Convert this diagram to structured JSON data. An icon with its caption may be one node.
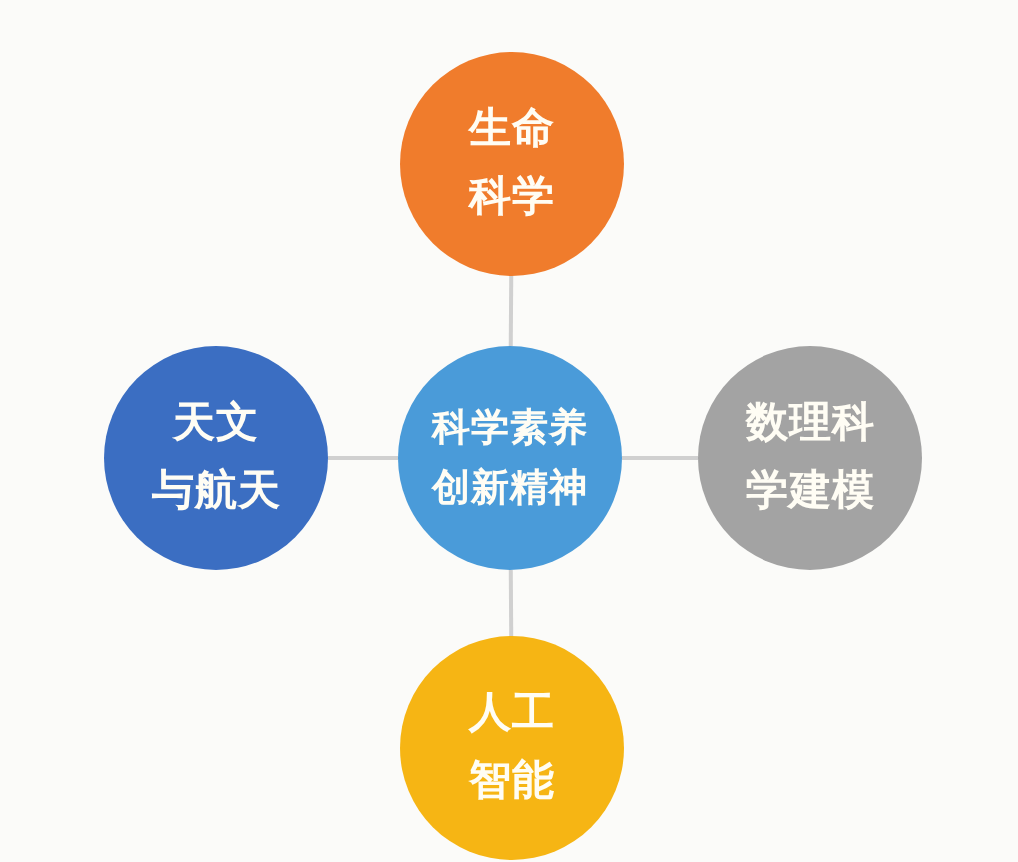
{
  "diagram": {
    "nodes": [
      {
        "text": [
          "生命科学"
        ]
      },
      {
        "text": [
          "天文与航天"
        ]
      },
      {
        "text": [
          "科学素养创新精神"
        ]
      },
      {
        "text": [
          "数理科学建模"
        ]
      },
      {
        "text": [
          "人工智能"
        ]
      }
    ],
    "edges": [
      {
        "from": 2,
        "to": 0,
        "arrow": "none"
      },
      {
        "from": 2,
        "to": 1,
        "arrow": "none"
      },
      {
        "from": 2,
        "to": 3,
        "arrow": "none"
      },
      {
        "from": 2,
        "to": 4,
        "arrow": "none"
      }
    ]
  }
}
